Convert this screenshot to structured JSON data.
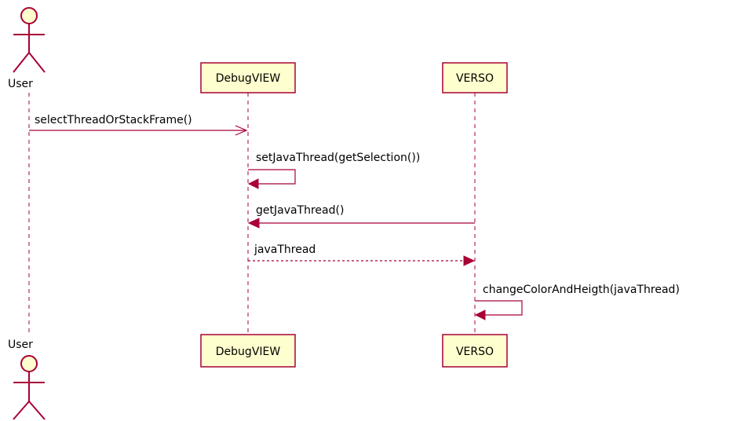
{
  "participants": {
    "user": {
      "label": "User",
      "kind": "actor"
    },
    "debugview": {
      "label": "DebugVIEW",
      "kind": "box"
    },
    "verso": {
      "label": "VERSO",
      "kind": "box"
    }
  },
  "messages": [
    {
      "from": "user",
      "to": "debugview",
      "label": "selectThreadOrStackFrame()",
      "style": "open-arrow"
    },
    {
      "from": "debugview",
      "to": "debugview",
      "label": "setJavaThread(getSelection())",
      "style": "self"
    },
    {
      "from": "verso",
      "to": "debugview",
      "label": "getJavaThread()",
      "style": "filled-arrow"
    },
    {
      "from": "debugview",
      "to": "verso",
      "label": "javaThread",
      "style": "dashed-return"
    },
    {
      "from": "verso",
      "to": "verso",
      "label": "changeColorAndHeigth(javaThread)",
      "style": "self"
    }
  ],
  "colors": {
    "border": "#A80036",
    "participant_fill": "#FEFECE",
    "text": "#000000",
    "background": "#FFFFFF"
  }
}
